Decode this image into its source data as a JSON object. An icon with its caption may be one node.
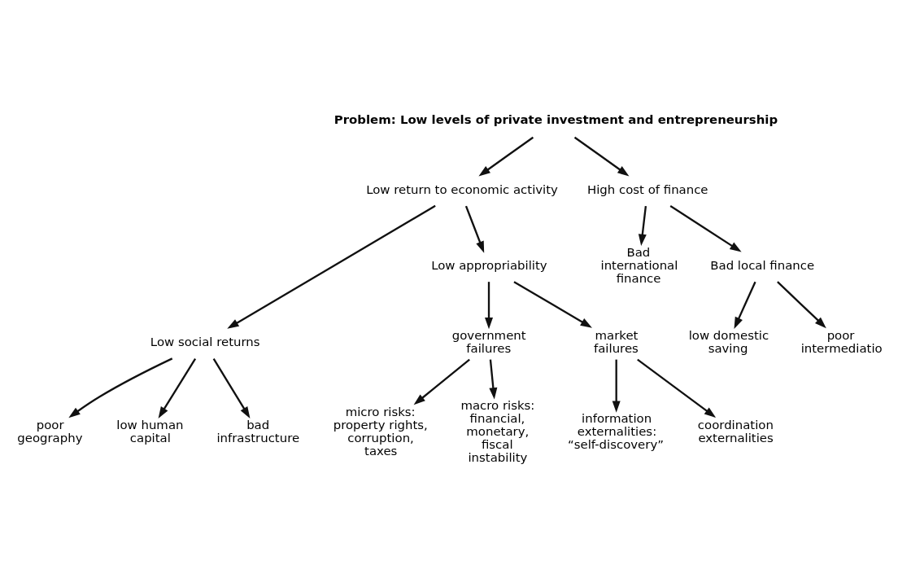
{
  "diagram": {
    "nodes": [
      {
        "text": [
          "Problem: Low levels of private investment and entrepreneurship"
        ]
      },
      {
        "text": [
          "Low return to economic activity"
        ]
      },
      {
        "text": [
          "High cost of finance"
        ]
      },
      {
        "text": [
          "Low social returns"
        ]
      },
      {
        "text": [
          "Low appropriability"
        ]
      },
      {
        "text": [
          "Bad international finance"
        ]
      },
      {
        "text": [
          "Bad local finance"
        ]
      },
      {
        "text": [
          "government failures"
        ]
      },
      {
        "text": [
          "market failures"
        ]
      },
      {
        "text": [
          "poor geography"
        ]
      },
      {
        "text": [
          "low human capital"
        ]
      },
      {
        "text": [
          "bad infrastructure"
        ]
      },
      {
        "text": [
          "micro risks: property rights, corruption, taxes"
        ]
      },
      {
        "text": [
          "macro risks: financial, monetary, fiscal instability"
        ]
      },
      {
        "text": [
          "information externalities: “self-discovery”"
        ]
      },
      {
        "text": [
          "coordination externalities"
        ]
      },
      {
        "text": [
          "low domestic saving"
        ]
      },
      {
        "text": [
          "poor intermediatio"
        ]
      }
    ],
    "edges": [
      {
        "from": 0,
        "to": 1,
        "arrow": "to"
      },
      {
        "from": 0,
        "to": 2,
        "arrow": "to"
      },
      {
        "from": 1,
        "to": 3,
        "arrow": "to"
      },
      {
        "from": 1,
        "to": 4,
        "arrow": "to"
      },
      {
        "from": 2,
        "to": 5,
        "arrow": "to"
      },
      {
        "from": 2,
        "to": 6,
        "arrow": "to"
      },
      {
        "from": 3,
        "to": 9,
        "arrow": "to"
      },
      {
        "from": 3,
        "to": 10,
        "arrow": "to"
      },
      {
        "from": 3,
        "to": 11,
        "arrow": "to"
      },
      {
        "from": 4,
        "to": 7,
        "arrow": "to"
      },
      {
        "from": 4,
        "to": 8,
        "arrow": "to"
      },
      {
        "from": 7,
        "to": 12,
        "arrow": "to"
      },
      {
        "from": 7,
        "to": 13,
        "arrow": "to"
      },
      {
        "from": 8,
        "to": 14,
        "arrow": "to"
      },
      {
        "from": 8,
        "to": 15,
        "arrow": "to"
      },
      {
        "from": 6,
        "to": 16,
        "arrow": "to"
      },
      {
        "from": 6,
        "to": 17,
        "arrow": "to"
      }
    ]
  }
}
